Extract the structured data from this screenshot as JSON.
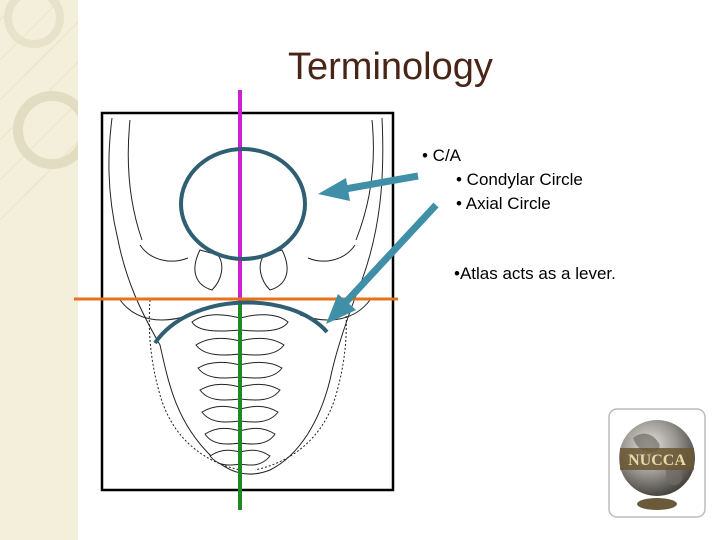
{
  "slide": {
    "title": "Terminology",
    "bullets": [
      "• C/A",
      "• Condylar Circle",
      "• Axial Circle",
      "•Atlas acts as a lever."
    ]
  },
  "logo": {
    "text": "NUCCA"
  },
  "colors": {
    "title": "#4a2416",
    "vertical_line_upper": "#d21ed2",
    "vertical_line_lower": "#1f8a1f",
    "horizontal_line": "#e8711c",
    "circle": "#2f5f73",
    "arrow": "#3f8fa8",
    "deco_band": "#f4efda"
  },
  "icons": [
    "condylar-circle-icon",
    "axial-arc-icon",
    "arrow-icon",
    "globe-logo-icon"
  ]
}
